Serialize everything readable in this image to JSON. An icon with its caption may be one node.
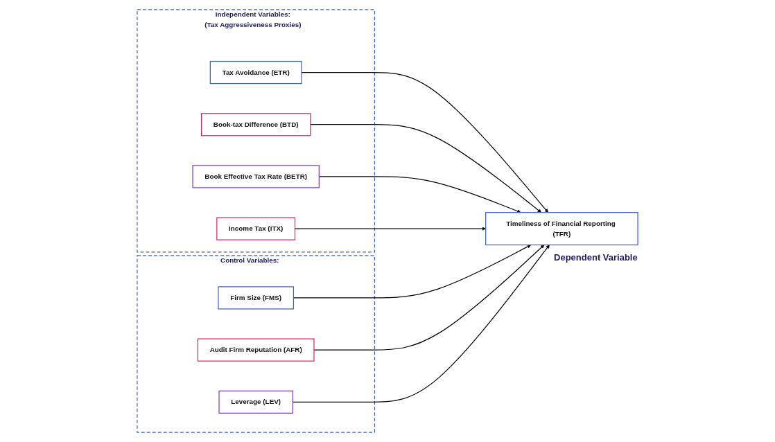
{
  "diagram": {
    "nodes": [
      {
        "text": [
          "Independent Variables:",
          "(Tax Aggressiveness Proxies)"
        ]
      },
      {
        "text": [
          "Tax Avoidance (ETR)"
        ],
        "in": 0
      },
      {
        "text": [
          "Book-tax Difference (BTD)"
        ],
        "in": 0
      },
      {
        "text": [
          "Book Effective Tax Rate (BETR)"
        ],
        "in": 0
      },
      {
        "text": [
          "Income Tax (ITX)"
        ],
        "in": 0
      },
      {
        "text": [
          "Control Variables:"
        ]
      },
      {
        "text": [
          "Firm Size (FMS)"
        ],
        "in": 5
      },
      {
        "text": [
          "Audit Firm Reputation (AFR)"
        ],
        "in": 5
      },
      {
        "text": [
          "Leverage (LEV)"
        ],
        "in": 5
      },
      {
        "text": [
          "Timeliness of Financial Reporting (TFR)"
        ],
        "beside": [
          "Dependent Variable"
        ]
      }
    ],
    "edges": [
      {
        "from": 1,
        "to": 9,
        "arrow": "to"
      },
      {
        "from": 2,
        "to": 9,
        "arrow": "to"
      },
      {
        "from": 3,
        "to": 9,
        "arrow": "to"
      },
      {
        "from": 4,
        "to": 9,
        "arrow": "to"
      },
      {
        "from": 6,
        "to": 9,
        "arrow": "to"
      },
      {
        "from": 7,
        "to": 9,
        "arrow": "to"
      },
      {
        "from": 8,
        "to": 9,
        "arrow": "to"
      }
    ]
  }
}
